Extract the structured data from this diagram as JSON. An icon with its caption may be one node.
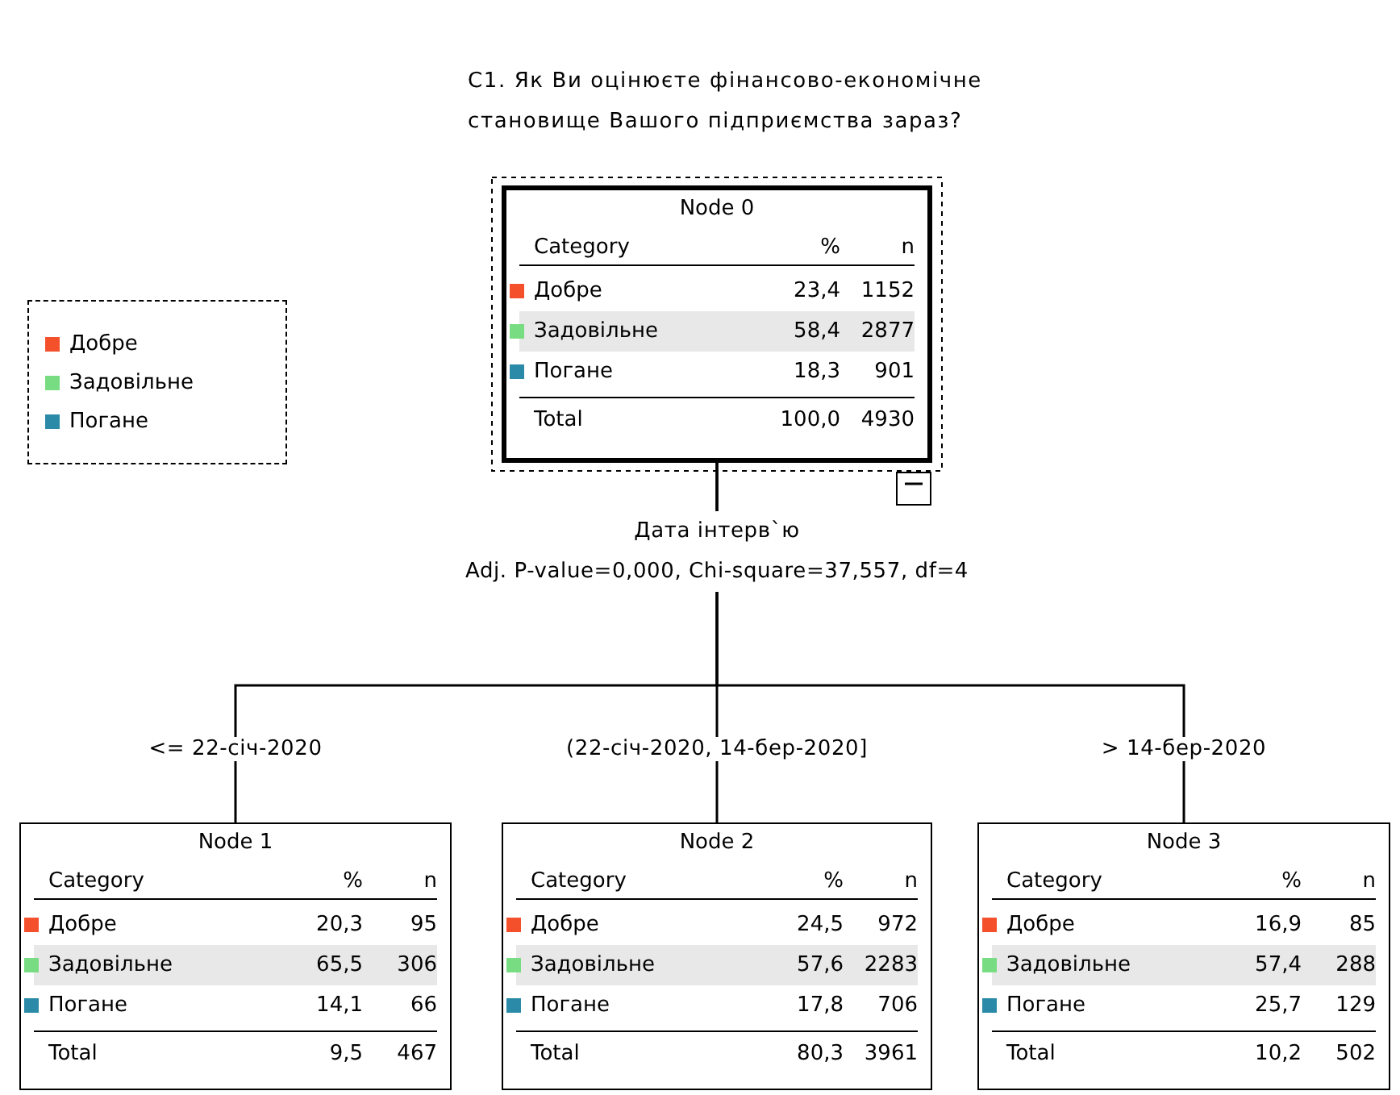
{
  "diagram": {
    "title": "С1. Як Ви оцінюєте фінансово-економічне становище Вашого підприємства зараз?",
    "nodes": [
      {
        "text": [
          "Node 0",
          "Category",
          "%",
          "n",
          "Добре",
          "23,4",
          "1152",
          "Задовільне",
          "58,4",
          "2877",
          "Погане",
          "18,3",
          "901",
          "Total",
          "100,0",
          "4930"
        ],
        "beside": [
          "Дата інтерв`ю",
          "Adj. P-value=0,000, Chi-square=37,557, df=4"
        ]
      },
      {
        "text": [
          "Node 1",
          "Category",
          "%",
          "n",
          "Добре",
          "20,3",
          "95",
          "Задовільне",
          "65,5",
          "306",
          "Погане",
          "14,1",
          "66",
          "Total",
          "9,5",
          "467"
        ]
      },
      {
        "text": [
          "Node 2",
          "Category",
          "%",
          "n",
          "Добре",
          "24,5",
          "972",
          "Задовільне",
          "57,6",
          "2283",
          "Погане",
          "17,8",
          "706",
          "Total",
          "80,3",
          "3961"
        ]
      },
      {
        "text": [
          "Node 3",
          "Category",
          "%",
          "n",
          "Добре",
          "16,9",
          "85",
          "Задовільне",
          "57,4",
          "288",
          "Погане",
          "25,7",
          "129",
          "Total",
          "10,2",
          "502"
        ]
      }
    ],
    "edges": [
      {
        "from": 0,
        "to": 1,
        "arrow": "none",
        "label": "<= 22-січ-2020"
      },
      {
        "from": 0,
        "to": 2,
        "arrow": "none",
        "label": "(22-січ-2020, 14-бер-2020]"
      },
      {
        "from": 0,
        "to": 3,
        "arrow": "none",
        "label": "> 14-бер-2020"
      }
    ],
    "legend": [
      {
        "text": "Добре",
        "color": "#f5502c"
      },
      {
        "text": "Задовільне",
        "color": "#78dc82"
      },
      {
        "text": "Погане",
        "color": "#2a8aa8"
      }
    ]
  }
}
